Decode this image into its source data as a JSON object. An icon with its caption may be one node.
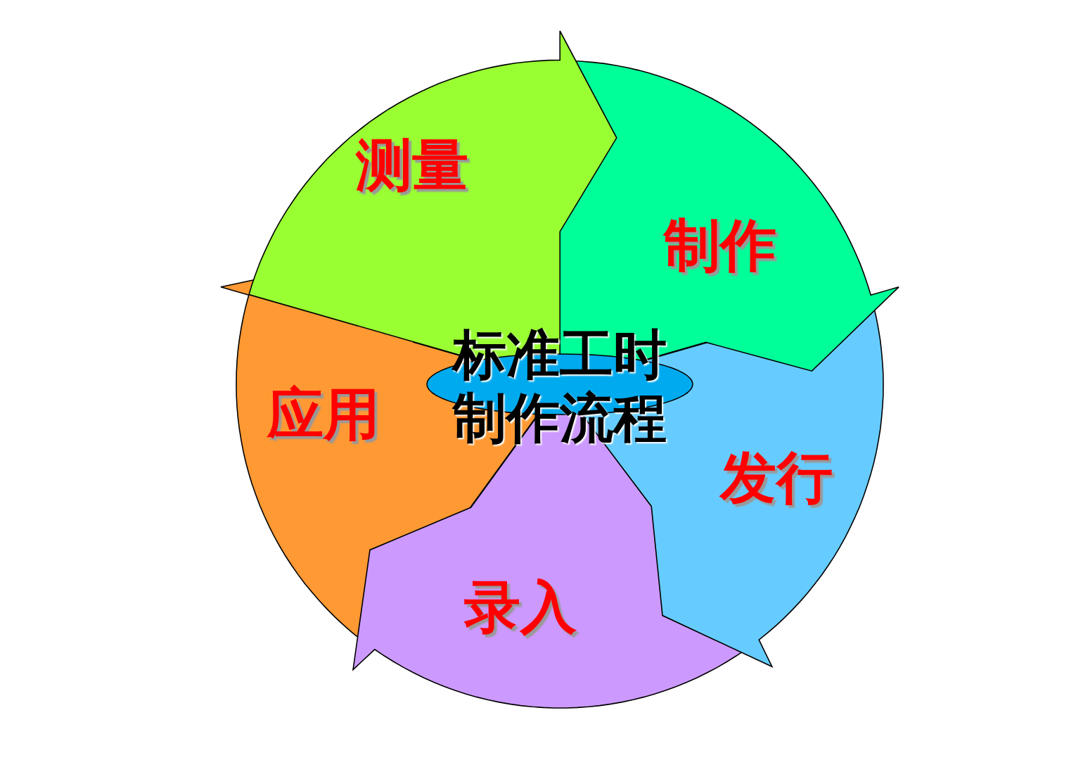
{
  "diagram": {
    "nodes": [
      {
        "text": [
          "测量"
        ]
      },
      {
        "text": [
          "制作"
        ]
      },
      {
        "text": [
          "发行"
        ]
      },
      {
        "text": [
          "录入"
        ]
      },
      {
        "text": [
          "应用"
        ]
      },
      {
        "text": [
          "标准工时制作流程"
        ]
      }
    ]
  }
}
